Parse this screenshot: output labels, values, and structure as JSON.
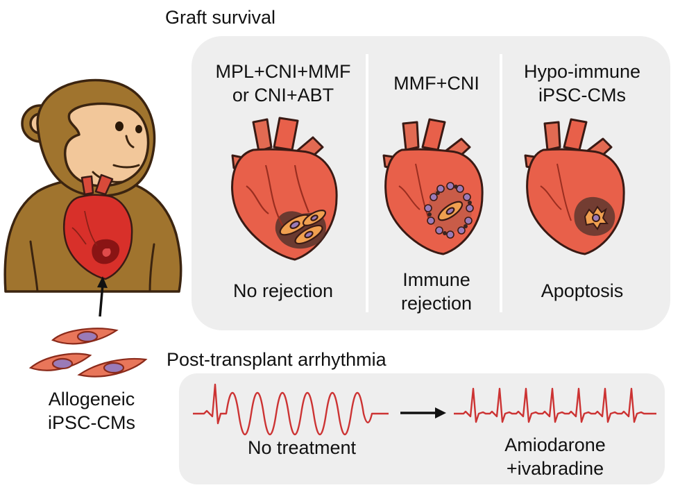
{
  "graft_survival": {
    "title": "Graft survival",
    "columns": [
      {
        "regimen": "MPL+CNI+MMF\nor CNI+ABT",
        "outcome": "No rejection"
      },
      {
        "regimen": "MMF+CNI",
        "outcome": "Immune\nrejection"
      },
      {
        "regimen": "Hypo-immune\niPSC-CMs",
        "outcome": "Apoptosis"
      }
    ]
  },
  "arrhythmia": {
    "title": "Post-transplant arrhythmia",
    "before": "No treatment",
    "after": "Amiodarone\n+ivabradine"
  },
  "cells": {
    "label": "Allogeneic\niPSC-CMs"
  },
  "colors": {
    "panel": "#eeeeee",
    "heart": "#e8604a",
    "heart_outline": "#3a1a14",
    "monkey_fur": "#a0742e",
    "monkey_face": "#f2c79a",
    "ecg": "#cc3333",
    "cell_body": "#e8765a",
    "cell_nucleus": "#9a7bb8"
  }
}
